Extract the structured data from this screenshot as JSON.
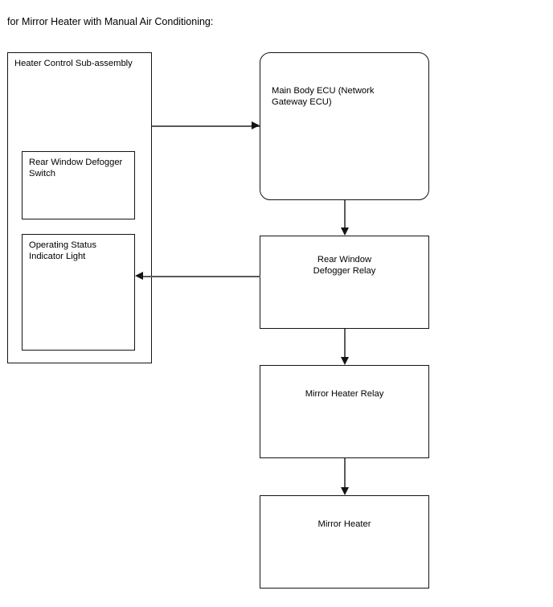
{
  "caption": "for Mirror Heater with Manual Air Conditioning:",
  "diagram": {
    "type": "block-flow-diagram",
    "nodes": {
      "heater_control_assembly": {
        "label": "Heater Control Sub-assembly",
        "shape": "rectangle"
      },
      "rear_window_defogger_switch": {
        "label": "Rear Window Defogger\nSwitch",
        "shape": "rectangle"
      },
      "operating_status_indicator_light": {
        "label": "Operating Status\nIndicator Light",
        "shape": "rectangle"
      },
      "main_body_ecu": {
        "label": "Main Body ECU (Network\nGateway ECU)",
        "shape": "rounded-rectangle"
      },
      "rear_window_defogger_relay": {
        "label": "Rear Window\nDefogger Relay",
        "shape": "rectangle"
      },
      "mirror_heater_relay": {
        "label": "Mirror Heater Relay",
        "shape": "rectangle"
      },
      "mirror_heater": {
        "label": "Mirror Heater",
        "shape": "rectangle"
      }
    },
    "connectors": [
      {
        "from": "heater_control_assembly",
        "to": "main_body_ecu",
        "direction": "right"
      },
      {
        "from": "main_body_ecu",
        "to": "rear_window_defogger_relay",
        "direction": "down"
      },
      {
        "from": "rear_window_defogger_relay",
        "to": "operating_status_indicator_light",
        "direction": "left"
      },
      {
        "from": "rear_window_defogger_relay",
        "to": "mirror_heater_relay",
        "direction": "down"
      },
      {
        "from": "mirror_heater_relay",
        "to": "mirror_heater",
        "direction": "down"
      }
    ],
    "colors": {
      "background": "#ffffff",
      "border": "#141414",
      "connector": "#5a5a5a",
      "text": "#000000"
    }
  }
}
